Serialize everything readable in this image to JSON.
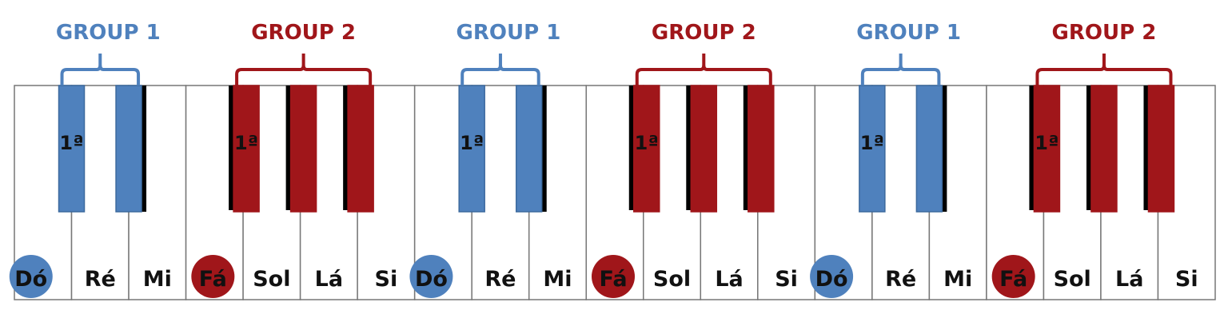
{
  "colors": {
    "group1": "#4F81BD",
    "group2": "#A0161A",
    "key_shadow": "#000000"
  },
  "octaves": [
    {
      "groups": [
        {
          "label": "GROUP 1",
          "color_key": "group1",
          "first_marker": "1ª"
        },
        {
          "label": "GROUP 2",
          "color_key": "group2",
          "first_marker": "1ª"
        }
      ],
      "notes": [
        "Dó",
        "Ré",
        "Mi",
        "Fá",
        "Sol",
        "Lá",
        "Si"
      ]
    },
    {
      "groups": [
        {
          "label": "GROUP 1",
          "color_key": "group1",
          "first_marker": "1ª"
        },
        {
          "label": "GROUP 2",
          "color_key": "group2",
          "first_marker": "1ª"
        }
      ],
      "notes": [
        "Dó",
        "Ré",
        "Mi",
        "Fá",
        "Sol",
        "Lá",
        "Si"
      ]
    },
    {
      "groups": [
        {
          "label": "GROUP 1",
          "color_key": "group1",
          "first_marker": "1ª"
        },
        {
          "label": "GROUP 2",
          "color_key": "group2",
          "first_marker": "1ª"
        }
      ],
      "notes": [
        "Dó",
        "Ré",
        "Mi",
        "Fá",
        "Sol",
        "Lá",
        "Si"
      ]
    }
  ],
  "highlighted_notes": [
    "Dó",
    "Fá"
  ]
}
